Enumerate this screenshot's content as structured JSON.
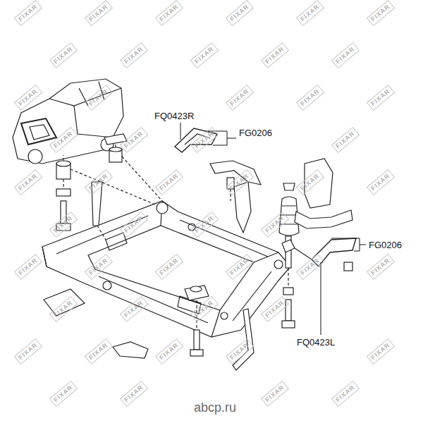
{
  "diagram": {
    "labels": [
      "FQ0423R",
      "FG0206",
      "FG0206",
      "FQ0423L",
      "FIXAR",
      "FIXAR",
      "FIXAR",
      "FIXAR",
      "FIXAR",
      "FIXAR",
      "FIXAR",
      "FIXAR",
      "FIXAR",
      "FIXAR",
      "FIXAR",
      "FIXAR",
      "FIXAR",
      "FIXAR",
      "FIXAR",
      "FIXAR",
      "FIXAR",
      "FIXAR",
      "FIXAR",
      "FIXAR",
      "FIXAR",
      "FIXAR",
      "FIXAR",
      "FIXAR",
      "FIXAR",
      "FIXAR",
      "FIXAR",
      "FIXAR",
      "FIXAR",
      "FIXAR",
      "FIXAR",
      "FIXAR",
      "FIXAR",
      "FIXAR",
      "FIXAR",
      "FIXAR",
      "FIXAR",
      "FIXAR",
      "FIXAR",
      "FIXAR",
      "FIXAR",
      "FIXAR",
      "FIXAR",
      "FIXAR",
      "FIXAR",
      "FIXAR",
      "FIXAR",
      "FIXAR",
      "FIXAR",
      "abcp.ru"
    ]
  }
}
